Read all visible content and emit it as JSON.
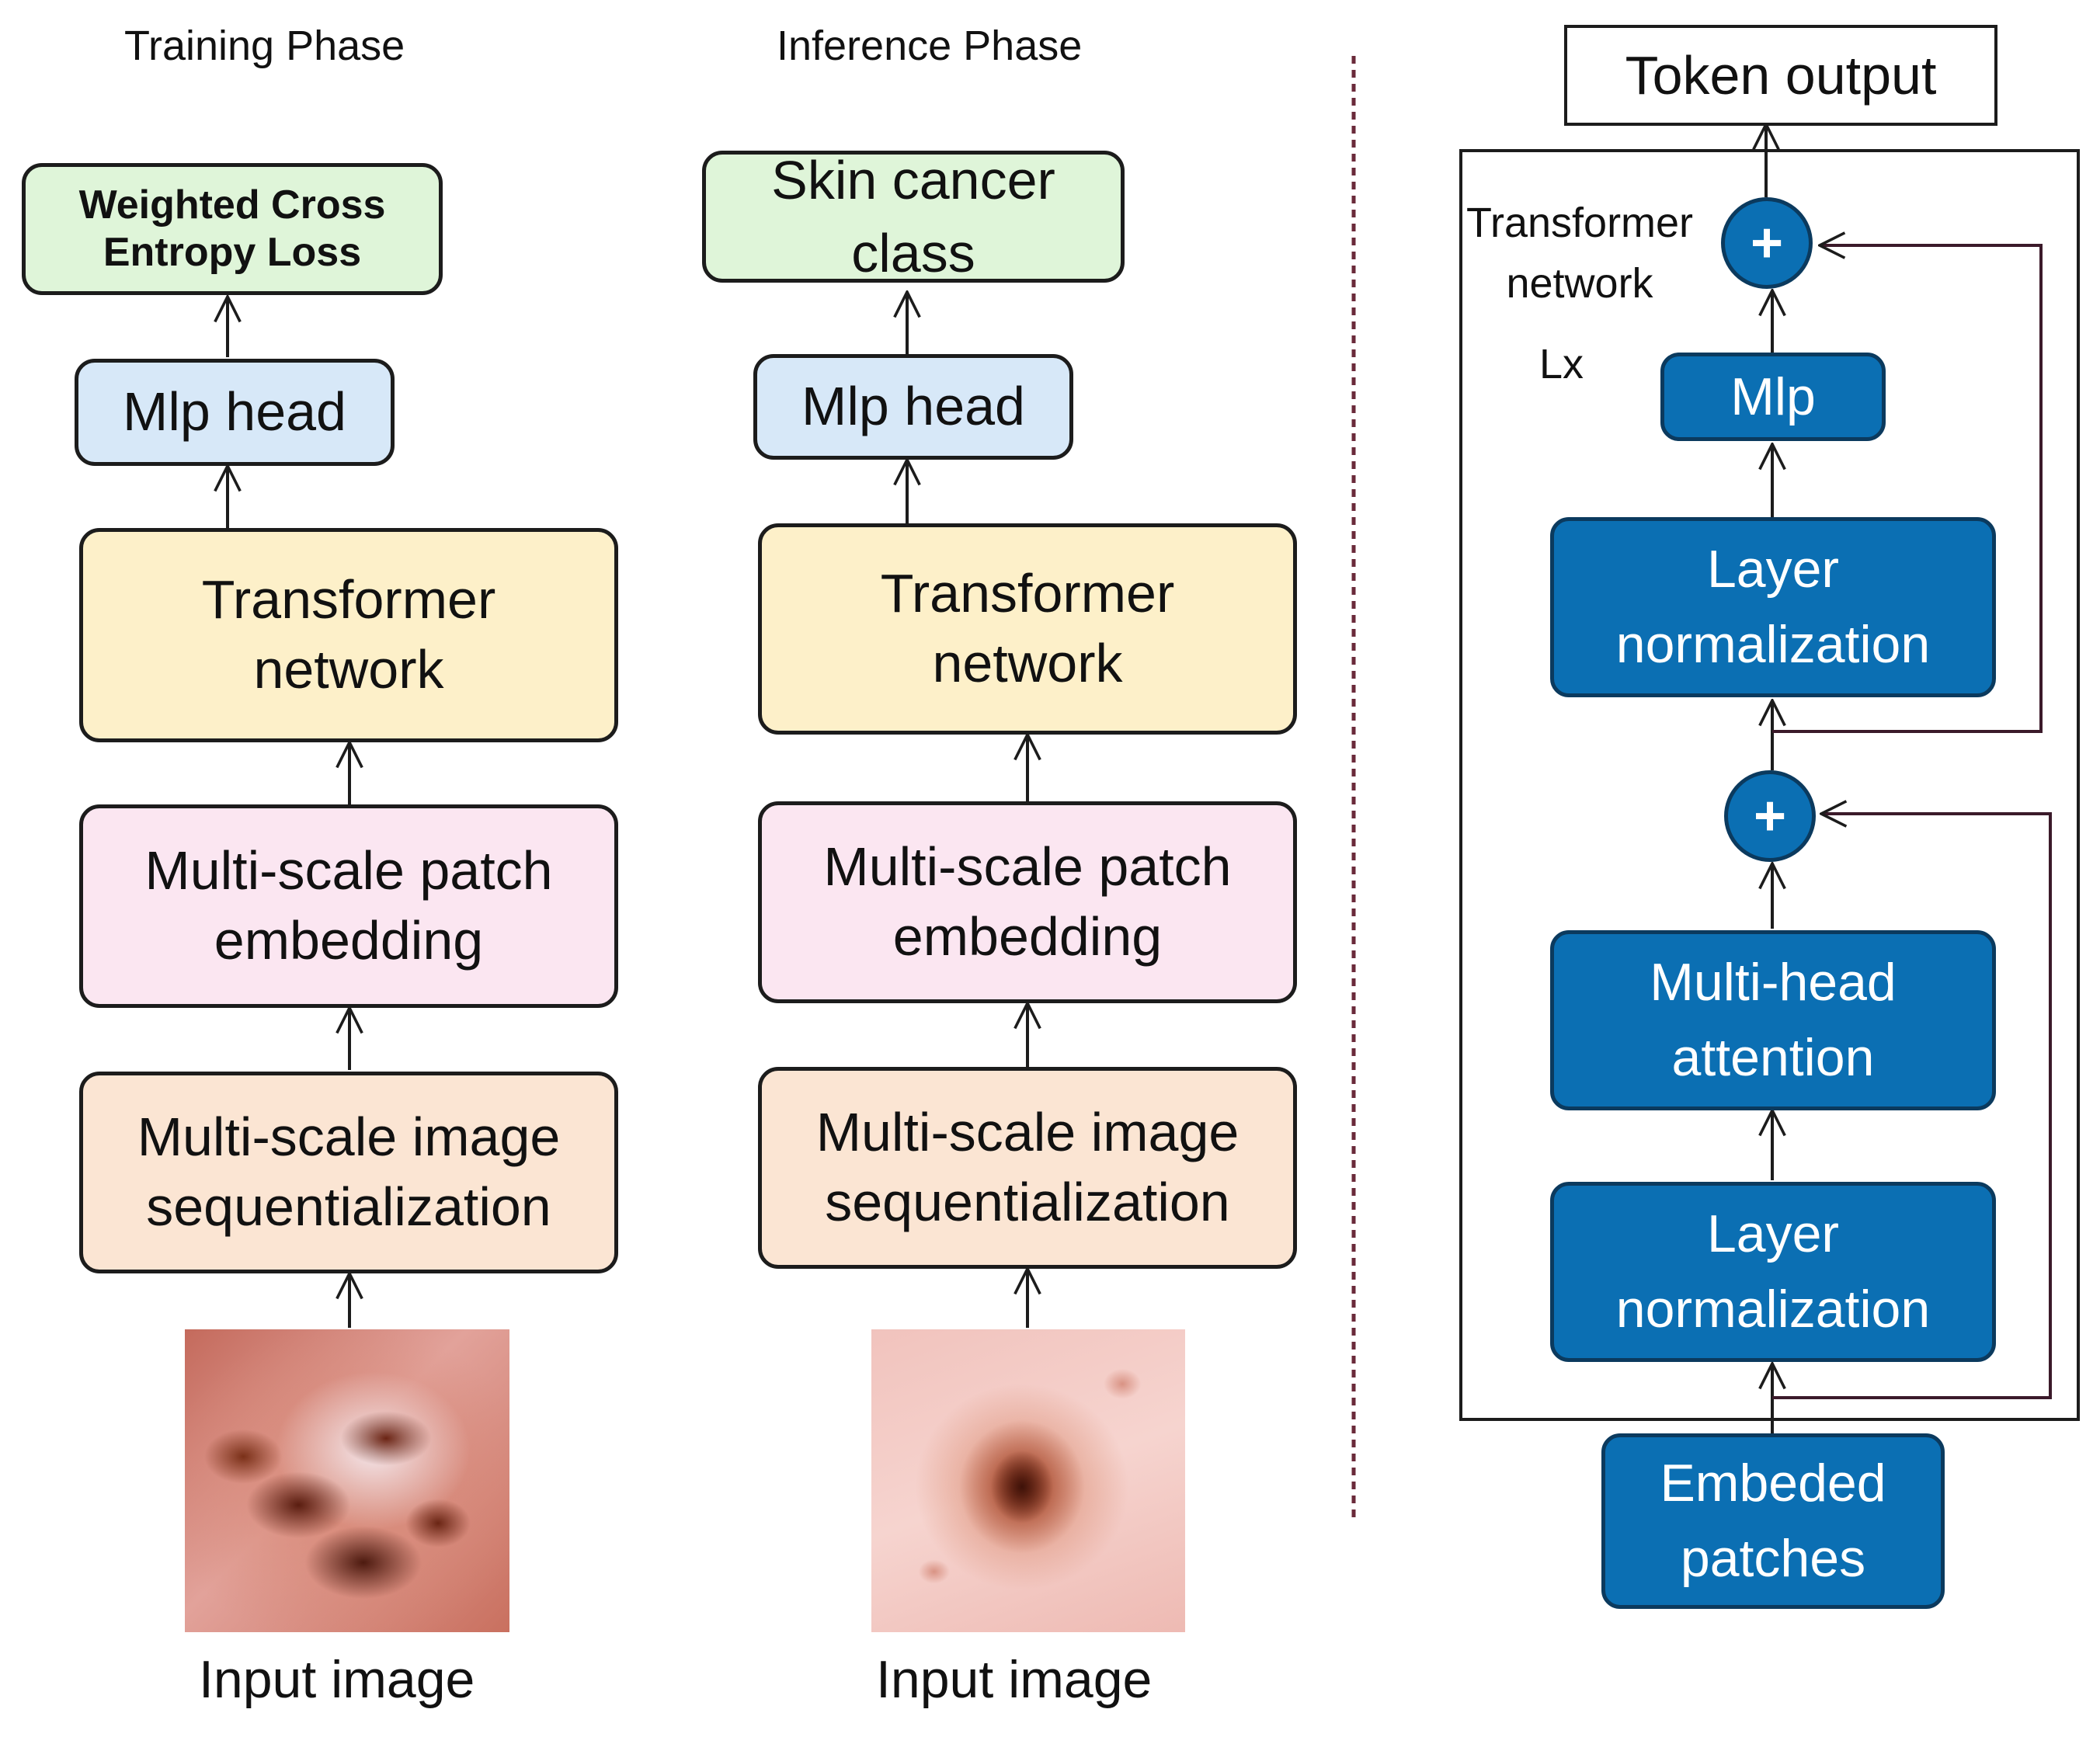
{
  "training": {
    "title": "Training Phase",
    "output": "Weighted Cross\nEntropy Loss",
    "mlp_head": "Mlp head",
    "transformer": "Transformer\nnetwork",
    "patch_embedding": "Multi-scale patch\nembedding",
    "sequentialization": "Multi-scale image\nsequentialization",
    "input_label": "Input image"
  },
  "inference": {
    "title": "Inference Phase",
    "output": "Skin cancer\nclass",
    "mlp_head": "Mlp head",
    "transformer": "Transformer\nnetwork",
    "patch_embedding": "Multi-scale patch\nembedding",
    "sequentialization": "Multi-scale image\nsequentialization",
    "input_label": "Input image"
  },
  "transformer_detail": {
    "token_output": "Token output",
    "caption": "Transformer\nnetwork",
    "repeat": "Lx",
    "plus_symbol": "+",
    "mlp": "Mlp",
    "layer_norm_top": "Layer\nnormalization",
    "multi_head_attention": "Multi-head\nattention",
    "layer_norm_bottom": "Layer\nnormalization",
    "embedded_patches": "Embeded\npatches"
  },
  "colors": {
    "output_box": "#dff5d9",
    "mlp_head_box": "#d7e8f8",
    "transformer_box": "#fdf0c9",
    "patch_embedding_box": "#fbe6f1",
    "sequentialization_box": "#fbe5d3",
    "detail_block": "#0b6fb3",
    "divider": "#6a2a3a",
    "loop_lines": "#3b1a2a"
  }
}
